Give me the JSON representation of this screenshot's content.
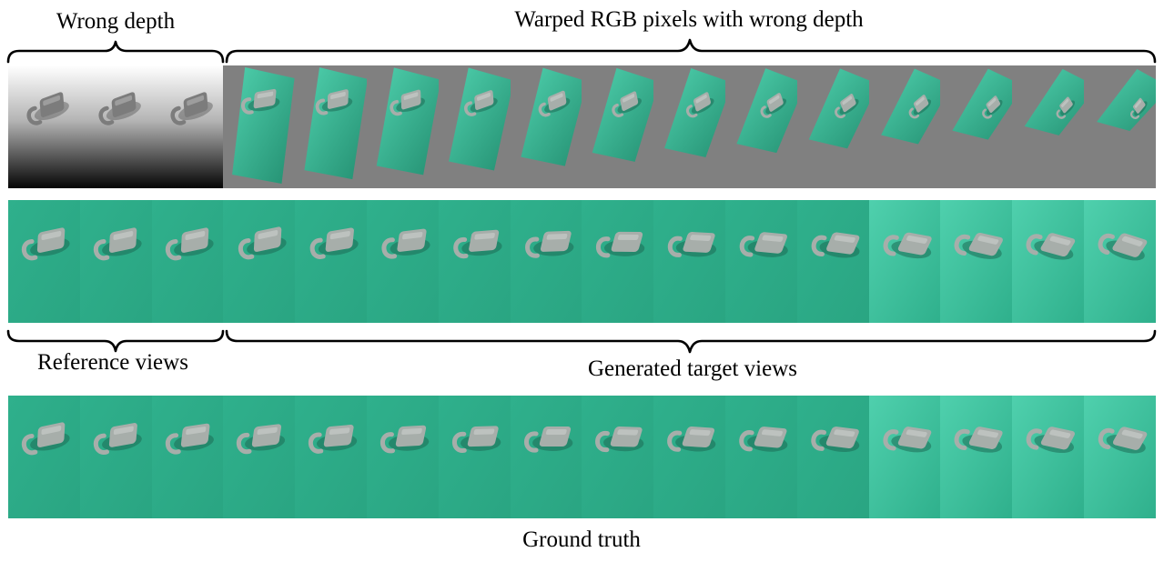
{
  "labels": {
    "wrong_depth": "Wrong depth",
    "warped_rgb": "Warped RGB pixels with wrong depth",
    "reference_views": "Reference views",
    "generated_target_views": "Generated target views",
    "ground_truth": "Ground truth"
  },
  "rows": {
    "depth_row": {
      "depth_map_count": 3,
      "warped_count": 13
    },
    "generated_row": {
      "reference_count": 3,
      "generated_count": 13
    },
    "ground_truth_row": {
      "view_count": 16
    }
  },
  "colors": {
    "warp_background": "#808080",
    "cloth_green": "#2fb08c",
    "cloth_green_light": "#4fd0ad",
    "lock_metal": "#a7aeaa",
    "lock_shadow": "#1d6b55"
  }
}
